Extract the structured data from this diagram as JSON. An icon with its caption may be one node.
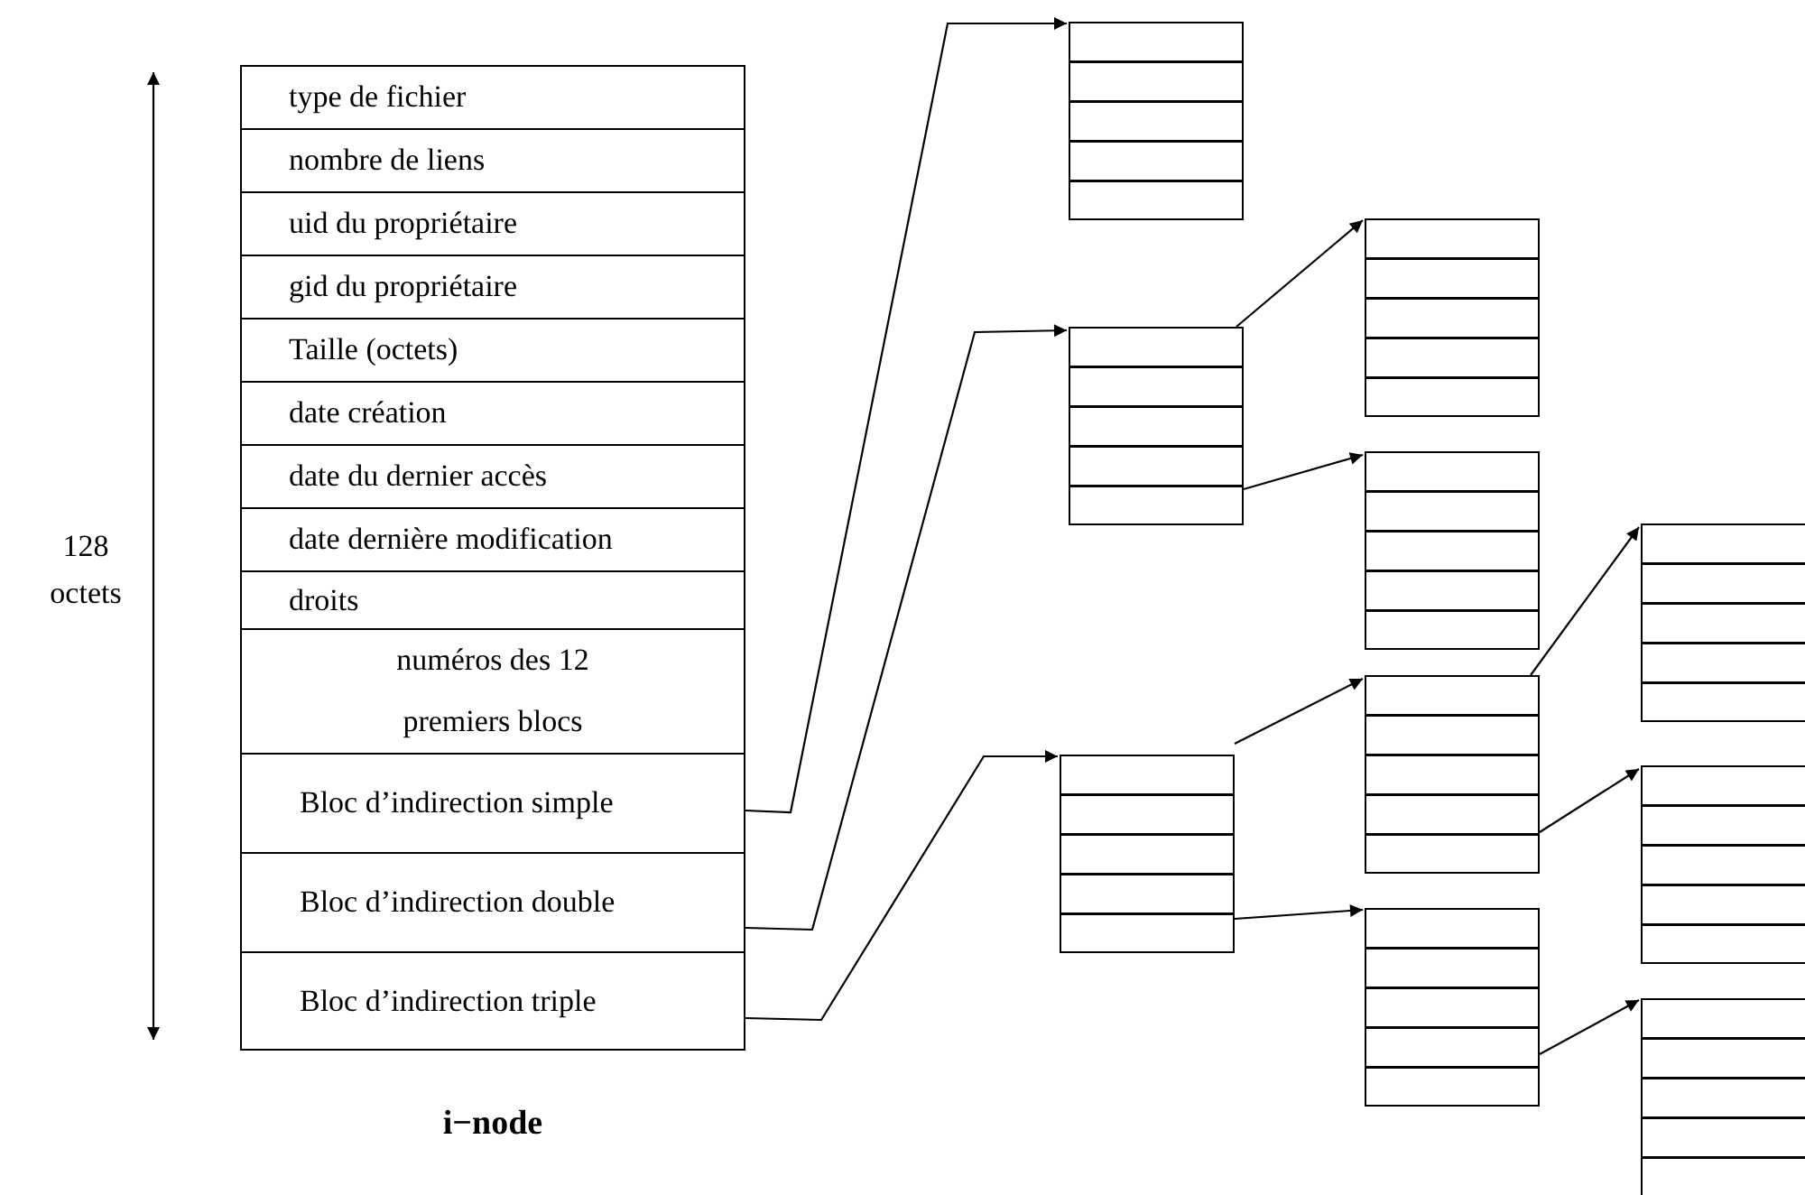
{
  "diagram": {
    "nodes": [
      {
        "text": [
          "i−node"
        ]
      },
      {
        "text": [
          "type de fichier"
        ],
        "in": 0
      },
      {
        "text": [
          "nombre de liens"
        ],
        "in": 0
      },
      {
        "text": [
          "uid du propriétaire"
        ],
        "in": 0
      },
      {
        "text": [
          "gid du propriétaire"
        ],
        "in": 0
      },
      {
        "text": [
          "Taille (octets)"
        ],
        "in": 0
      },
      {
        "text": [
          "date création"
        ],
        "in": 0
      },
      {
        "text": [
          "date du dernier accès"
        ],
        "in": 0
      },
      {
        "text": [
          "date dernière modification"
        ],
        "in": 0
      },
      {
        "text": [
          "droits"
        ],
        "in": 0
      },
      {
        "text": [
          "numéros des 12 premiers blocs"
        ],
        "in": 0
      },
      {
        "text": [
          "Bloc d’indirection simple"
        ],
        "in": 0
      },
      {
        "text": [
          "Bloc d’indirection double"
        ],
        "in": 0
      },
      {
        "text": [
          "Bloc d’indirection triple"
        ],
        "in": 0
      },
      {
        "text": [],
        "shape": "box"
      },
      {
        "text": [],
        "shape": "box"
      },
      {
        "text": [],
        "shape": "box"
      },
      {
        "text": [],
        "shape": "box"
      },
      {
        "text": [],
        "shape": "box"
      },
      {
        "text": [],
        "shape": "box"
      },
      {
        "text": [],
        "shape": "box"
      },
      {
        "text": [],
        "shape": "box"
      },
      {
        "text": [],
        "shape": "box"
      },
      {
        "text": [],
        "shape": "box"
      }
    ],
    "edges": [
      {
        "from": 11,
        "to": 14,
        "arrow": "to"
      },
      {
        "from": 12,
        "to": 15,
        "arrow": "to"
      },
      {
        "from": 13,
        "to": 16,
        "arrow": "to"
      },
      {
        "from": 15,
        "to": 17,
        "arrow": "to"
      },
      {
        "from": 15,
        "to": 18,
        "arrow": "to"
      },
      {
        "from": 16,
        "to": 19,
        "arrow": "to"
      },
      {
        "from": 16,
        "to": 20,
        "arrow": "to"
      },
      {
        "from": 19,
        "to": 21,
        "arrow": "to"
      },
      {
        "from": 19,
        "to": 22,
        "arrow": "to"
      },
      {
        "from": 20,
        "to": 23,
        "arrow": "to"
      }
    ],
    "labels": [
      "128 octets"
    ]
  }
}
